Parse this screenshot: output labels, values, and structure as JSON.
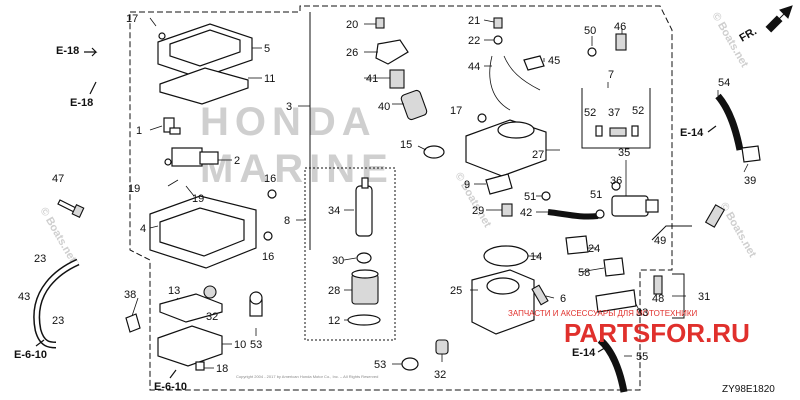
{
  "watermarks": {
    "honda_line1": "HONDA",
    "honda_line2": "MARINE",
    "boats_left": "© Boats.net",
    "boats_right": "© Boats.net",
    "boats_mid": "© Boats.net",
    "boats_top": "© Boats.net",
    "shop_main": "PARTSFOR.RU",
    "shop_sub": "ЗАПЧАСТИ И АКСЕССУАРЫ ДЛЯ МОТОТЕХНИКИ"
  },
  "diagram_code": "ZY98E1820",
  "direction_label": "FR.",
  "copyright_line": "Copyright 2004 - 2017 by American Honda Motor Co., Inc. – All Rights Reserved",
  "callouts": [
    {
      "id": "c17a",
      "text": "17"
    },
    {
      "id": "c5",
      "text": "5"
    },
    {
      "id": "c11",
      "text": "11"
    },
    {
      "id": "c1",
      "text": "1"
    },
    {
      "id": "c2",
      "text": "2"
    },
    {
      "id": "c19a",
      "text": "19"
    },
    {
      "id": "c19b",
      "text": "19"
    },
    {
      "id": "c16a",
      "text": "16"
    },
    {
      "id": "c16b",
      "text": "16"
    },
    {
      "id": "c47",
      "text": "47"
    },
    {
      "id": "c4",
      "text": "4"
    },
    {
      "id": "c23a",
      "text": "23"
    },
    {
      "id": "c23b",
      "text": "23"
    },
    {
      "id": "c43",
      "text": "43"
    },
    {
      "id": "c38",
      "text": "38"
    },
    {
      "id": "c13",
      "text": "13"
    },
    {
      "id": "c32a",
      "text": "32"
    },
    {
      "id": "c10",
      "text": "10"
    },
    {
      "id": "c53a",
      "text": "53"
    },
    {
      "id": "c18",
      "text": "18"
    },
    {
      "id": "c3",
      "text": "3"
    },
    {
      "id": "c8",
      "text": "8"
    },
    {
      "id": "c34",
      "text": "34"
    },
    {
      "id": "c30",
      "text": "30"
    },
    {
      "id": "c28",
      "text": "28"
    },
    {
      "id": "c12",
      "text": "12"
    },
    {
      "id": "c20",
      "text": "20"
    },
    {
      "id": "c26",
      "text": "26"
    },
    {
      "id": "c41",
      "text": "41"
    },
    {
      "id": "c40",
      "text": "40"
    },
    {
      "id": "c17b",
      "text": "17"
    },
    {
      "id": "c15",
      "text": "15"
    },
    {
      "id": "c21",
      "text": "21"
    },
    {
      "id": "c22",
      "text": "22"
    },
    {
      "id": "c44",
      "text": "44"
    },
    {
      "id": "c45",
      "text": "45"
    },
    {
      "id": "c27",
      "text": "27"
    },
    {
      "id": "c9",
      "text": "9"
    },
    {
      "id": "c29",
      "text": "29"
    },
    {
      "id": "c51a",
      "text": "51"
    },
    {
      "id": "c42",
      "text": "42"
    },
    {
      "id": "c51b",
      "text": "51"
    },
    {
      "id": "c50",
      "text": "50"
    },
    {
      "id": "c46",
      "text": "46"
    },
    {
      "id": "c7",
      "text": "7"
    },
    {
      "id": "c52a",
      "text": "52"
    },
    {
      "id": "c37",
      "text": "37"
    },
    {
      "id": "c52b",
      "text": "52"
    },
    {
      "id": "c35",
      "text": "35"
    },
    {
      "id": "c36",
      "text": "36"
    },
    {
      "id": "c54",
      "text": "54"
    },
    {
      "id": "c39",
      "text": "39"
    },
    {
      "id": "c49",
      "text": "49"
    },
    {
      "id": "c14",
      "text": "14"
    },
    {
      "id": "c24",
      "text": "24"
    },
    {
      "id": "c58",
      "text": "58"
    },
    {
      "id": "c25",
      "text": "25"
    },
    {
      "id": "c6",
      "text": "6"
    },
    {
      "id": "c31",
      "text": "31"
    },
    {
      "id": "c48",
      "text": "48"
    },
    {
      "id": "c33",
      "text": "33"
    },
    {
      "id": "c55",
      "text": "55"
    },
    {
      "id": "c53b",
      "text": "53"
    },
    {
      "id": "c32b",
      "text": "32"
    }
  ],
  "references": [
    {
      "id": "r_e18a",
      "text": "E-18"
    },
    {
      "id": "r_e18b",
      "text": "E-18"
    },
    {
      "id": "r_e14a",
      "text": "E-14"
    },
    {
      "id": "r_e14b",
      "text": "E-14"
    },
    {
      "id": "r_e610a",
      "text": "E-6-10"
    },
    {
      "id": "r_e610b",
      "text": "E-6-10"
    }
  ]
}
